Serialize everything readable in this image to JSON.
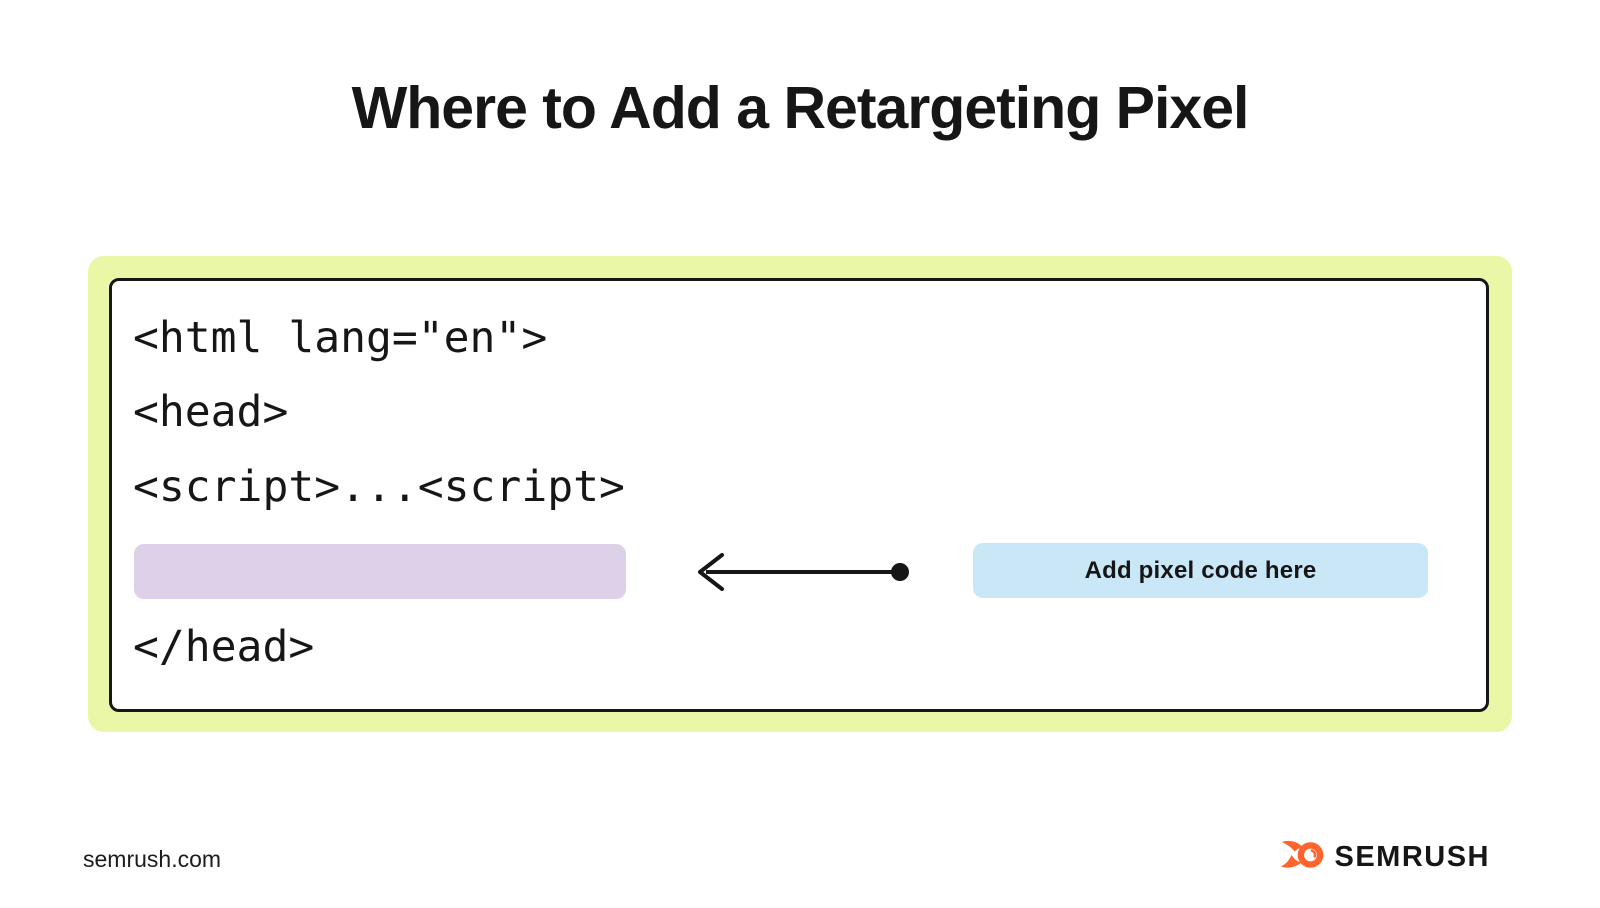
{
  "title": "Where to Add a Retargeting Pixel",
  "code": {
    "lines": [
      "<html lang=\"en\">",
      "<head>",
      "<script>...<script>",
      "</head>"
    ]
  },
  "highlight": {
    "description": "empty purple placeholder bar marking the pixel location"
  },
  "callout": {
    "label": "Add pixel code here"
  },
  "arrow": {
    "direction": "left",
    "style": "line with dot origin and chevron arrowhead"
  },
  "footer": {
    "website": "semrush.com",
    "brand_wordmark": "SEMRUSH"
  },
  "icons": {
    "arrow": "left-arrow-with-dot-icon",
    "brand": "semrush-flame-icon"
  },
  "colors": {
    "frame_green": "#e9f7a6",
    "highlight_purple": "#ddd1e9",
    "callout_blue": "#cae7f8",
    "brand_orange": "#ff642d",
    "ink": "#161616"
  }
}
